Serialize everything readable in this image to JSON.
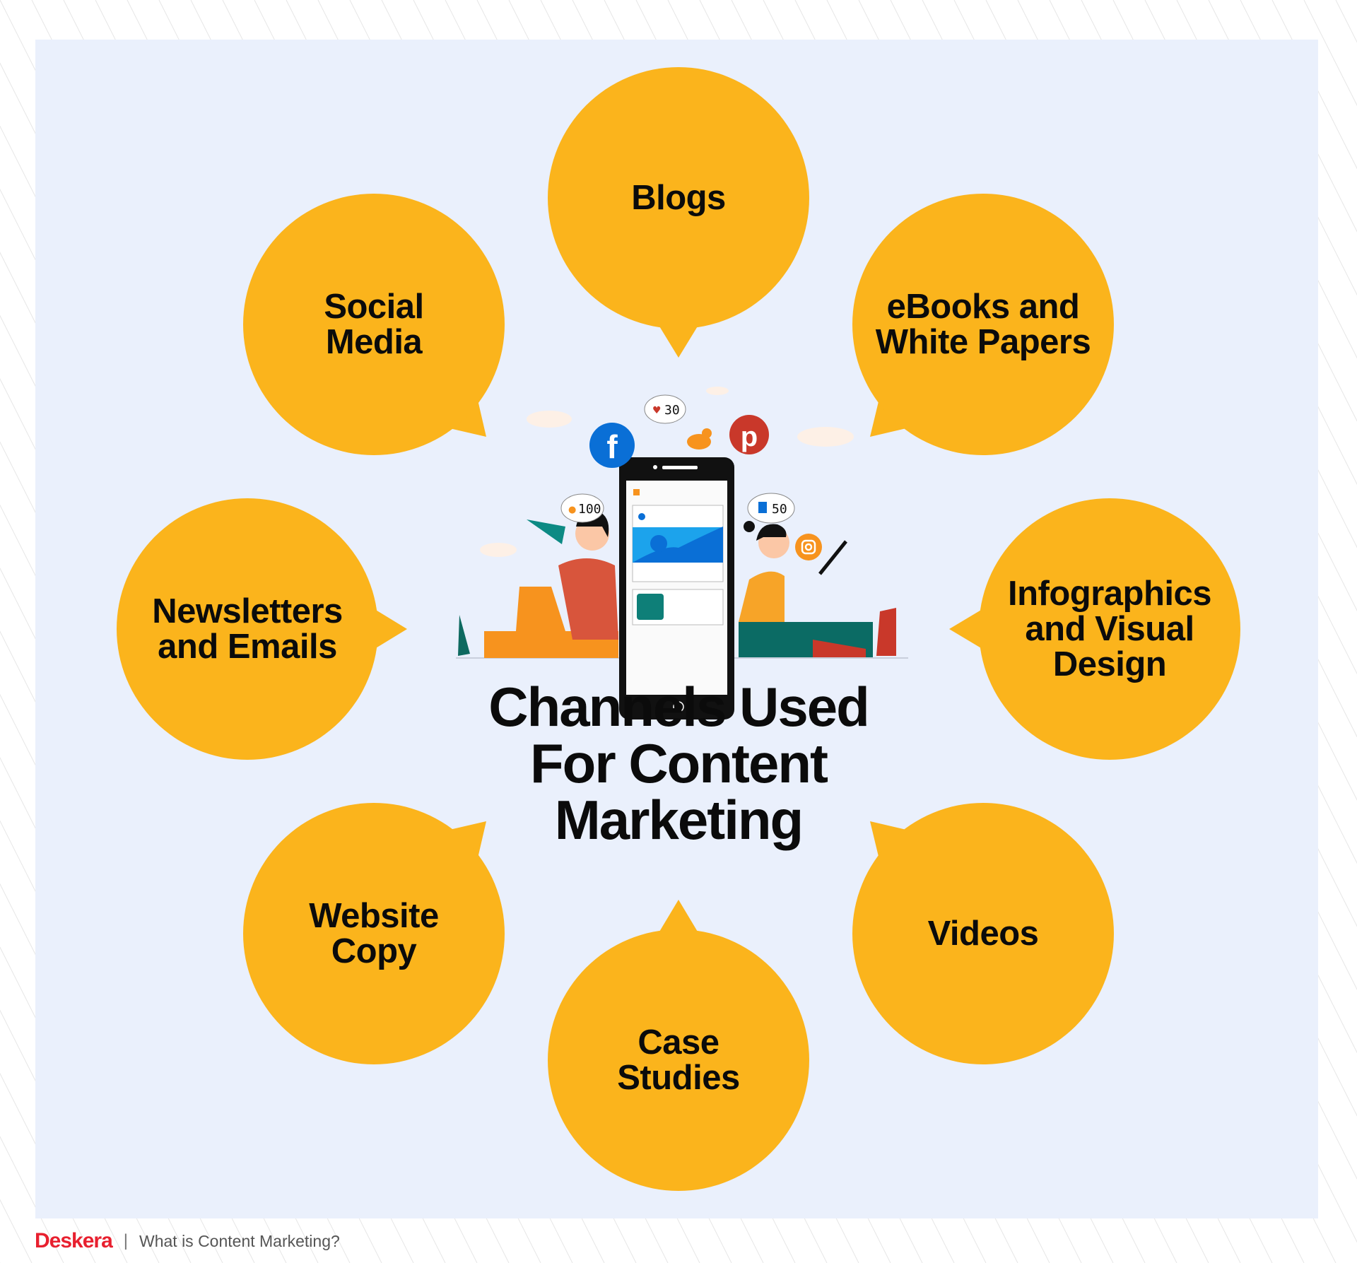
{
  "title_lines": [
    "Channels Used",
    "For Content",
    "Marketing"
  ],
  "channels": [
    {
      "label": "Blogs"
    },
    {
      "label": "Social Media"
    },
    {
      "label": "eBooks and White Papers"
    },
    {
      "label": "Newsletters and Emails"
    },
    {
      "label": "Infographics and Visual Design"
    },
    {
      "label": "Website Copy"
    },
    {
      "label": "Videos"
    },
    {
      "label": "Case Studies"
    }
  ],
  "channel_lines": {
    "blogs": [
      "Blogs"
    ],
    "social": [
      "Social",
      "Media"
    ],
    "ebooks": [
      "eBooks and",
      "White Papers"
    ],
    "newsletters": [
      "Newsletters",
      "and Emails"
    ],
    "infographics": [
      "Infographics",
      "and Visual",
      "Design"
    ],
    "website": [
      "Website",
      "Copy"
    ],
    "videos": [
      "Videos"
    ],
    "case": [
      "Case",
      "Studies"
    ]
  },
  "illustration": {
    "likes_count": "30",
    "followers_count": "100",
    "thumbs_count": "50",
    "icons": [
      "facebook-icon",
      "pinterest-icon",
      "instagram-icon",
      "megaphone-icon",
      "smartphone-icon",
      "bird-icon"
    ]
  },
  "footer": {
    "brand": "Deskera",
    "separator": "|",
    "subtitle": "What is Content Marketing?"
  },
  "colors": {
    "bubble": "#fbb41c",
    "panel": "#eaf0fc",
    "brand": "#e8202f",
    "facebook": "#0a6fd6",
    "pinterest": "#c9382a",
    "instagram": "#f7931e"
  }
}
